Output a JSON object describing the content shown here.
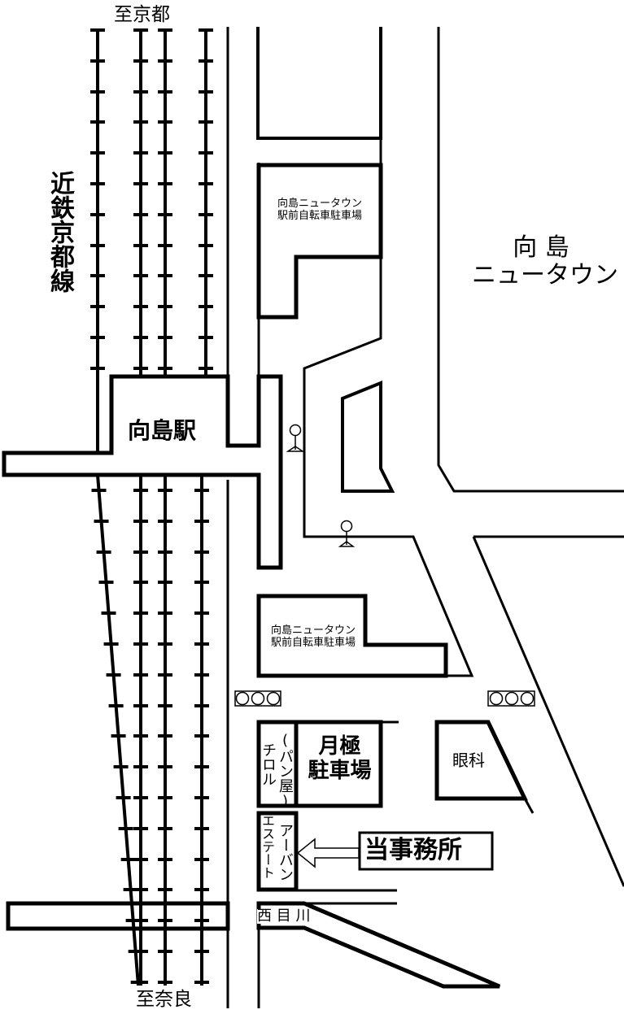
{
  "map": {
    "direction_north": "至京都",
    "direction_south": "至奈良",
    "railway_line": "近鉄京都線",
    "station": "向島駅",
    "district_line1": "向 島",
    "district_line2": "ニュータウン",
    "bicycle_parking_north_line1": "向島ニュータウン",
    "bicycle_parking_north_line2": "駅前自転車駐車場",
    "bicycle_parking_south_line1": "向島ニュータウン",
    "bicycle_parking_south_line2": "駅前自転車駐車場",
    "bakery": "チロル",
    "bakery_note": "(パン屋)",
    "monthly_parking_line1": "月極",
    "monthly_parking_line2": "駐車場",
    "ophthalmology": "眼科",
    "urban_estate_col1": "アーバン",
    "urban_estate_col2": "エステート",
    "our_office": "当事務所",
    "river": "西 目 川"
  },
  "colors": {
    "ink": "#000000",
    "paper": "#ffffff"
  }
}
